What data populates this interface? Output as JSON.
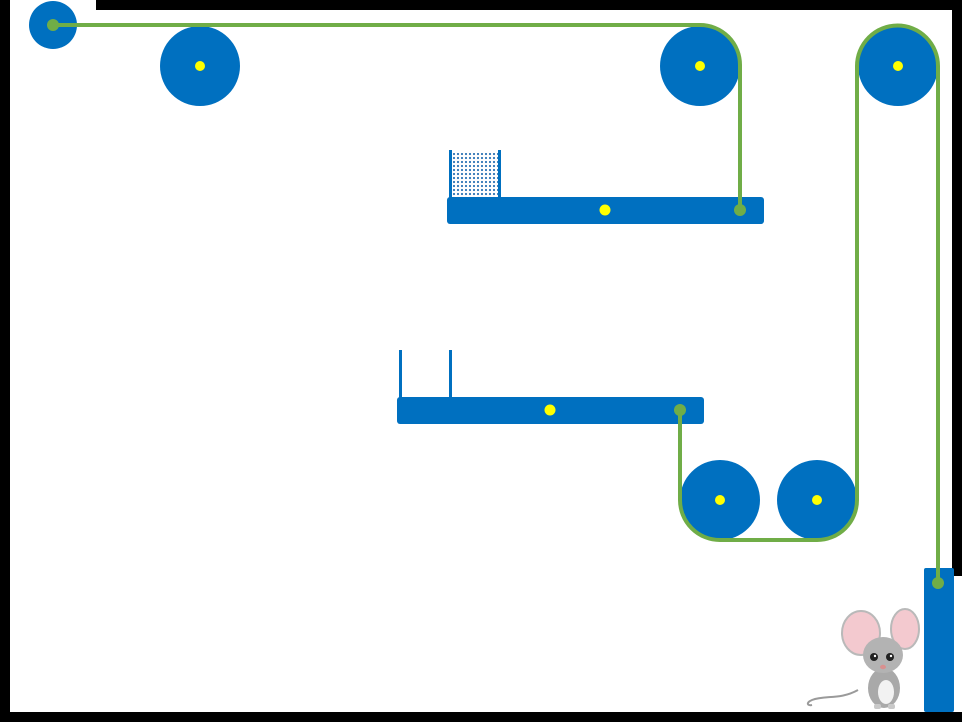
{
  "game": {
    "type": "pulley-rope-puzzle",
    "colors": {
      "frame": "#000000",
      "background": "#ffffff",
      "parts": "#0070c0",
      "rope": "#70ad47",
      "pivot": "#ffff00",
      "sand": "#2e75b6"
    },
    "pulleys": [
      {
        "name": "pulley-top-left"
      },
      {
        "name": "pulley-top-middle"
      },
      {
        "name": "pulley-top-right"
      },
      {
        "name": "pulley-bottom-left"
      },
      {
        "name": "pulley-bottom-right"
      }
    ],
    "beams": [
      {
        "name": "upper-beam",
        "cup": "filled-with-sand"
      },
      {
        "name": "lower-beam",
        "cup": "empty"
      }
    ],
    "character": {
      "name": "mouse"
    }
  }
}
